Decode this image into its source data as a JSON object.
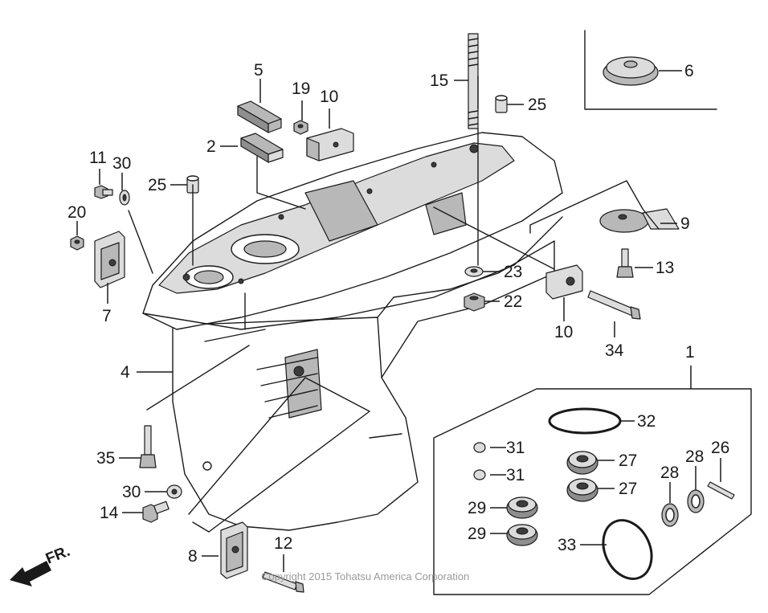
{
  "labels": {
    "p1": "1",
    "p2": "2",
    "p4": "4",
    "p5": "5",
    "p6": "6",
    "p7": "7",
    "p8": "8",
    "p9": "9",
    "p10a": "10",
    "p10b": "10",
    "p11": "11",
    "p12": "12",
    "p13": "13",
    "p14": "14",
    "p15": "15",
    "p19": "19",
    "p20": "20",
    "p22": "22",
    "p23": "23",
    "p25a": "25",
    "p25b": "25",
    "p26": "26",
    "p27a": "27",
    "p27b": "27",
    "p28a": "28",
    "p28b": "28",
    "p29a": "29",
    "p29b": "29",
    "p30a": "30",
    "p30b": "30",
    "p31a": "31",
    "p31b": "31",
    "p32": "32",
    "p33": "33",
    "p34": "34",
    "p35": "35"
  },
  "front_marker": "FR.",
  "watermark": "Copyright 2015 Tohatsu America Corporation",
  "colors": {
    "ink": "#1a1a1a",
    "shade": "#b8b8b8",
    "dark_shade": "#8e8e8e",
    "watermark": "#9a9a9a"
  }
}
